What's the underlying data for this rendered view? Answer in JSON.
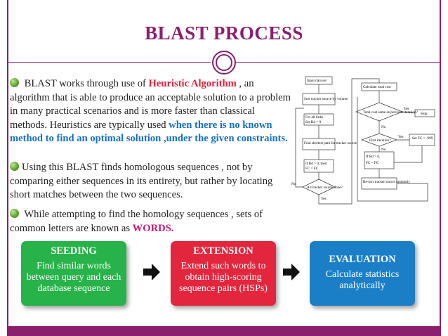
{
  "slide": {
    "title": "BLAST  PROCESS",
    "accent_color": "#8c1e6e"
  },
  "paragraphs": [
    {
      "parts": [
        {
          "text": " BLAST works through use of ",
          "style": "plain"
        },
        {
          "text": "Heuristic  Algorithm",
          "style": "red"
        },
        {
          "text": " , an algorithm that is able to produce an acceptable solution to a problem in many practical scenarios and is more faster than classical methods. Heuristics are typically used ",
          "style": "plain"
        },
        {
          "text": "when there is no known method to find an optimal solution ,under the given constraints.",
          "style": "blue"
        }
      ]
    },
    {
      "parts": [
        {
          "text": "Using this BLAST finds homologous sequences , not  by comparing either sequences in its entirety, but rather by locating short matches between the two sequences.",
          "style": "plain"
        }
      ]
    },
    {
      "parts": [
        {
          "text": " While attempting to find the homology sequences , sets of common letters are  known as ",
          "style": "plain"
        },
        {
          "text": "WORDS.",
          "style": "magenta"
        }
      ]
    }
  ],
  "steps": [
    {
      "head": "SEEDING",
      "desc": "Find similar words between query and each database sequence",
      "color": "#27b34a"
    },
    {
      "head": "EXTENSION",
      "desc": "Extend such words to obtain high-scoring sequence pairs (HSPs)",
      "color": "#e3263d"
    },
    {
      "head": "EVALUATION",
      "desc": "Calculate statistics analytically",
      "color": "#1b7fc7"
    }
  ],
  "flowchart": {
    "input": "Input data set",
    "sort": "Sort tracker source by volume",
    "for_all": "For all links",
    "set_ru": "Set Rd  = 0",
    "find_path": "Find shortest path for tracker source",
    "if_ru": "If Rd > 0, then",
    "fc_update": "FC = FC",
    "all_tracker": "All tracker source done?",
    "calc_cost": "Calculate total cost",
    "cost_same": "Total cost same as previous iteration?",
    "stop": "Stop",
    "first_iter": "First iteration?",
    "set_fc": "Set FC = -999",
    "if_rd2": "If Rd > 0,",
    "fc_eq": "FC = FC",
    "resort": "Re-sort tracker source randomly",
    "yes": "Yes",
    "no": "No"
  }
}
